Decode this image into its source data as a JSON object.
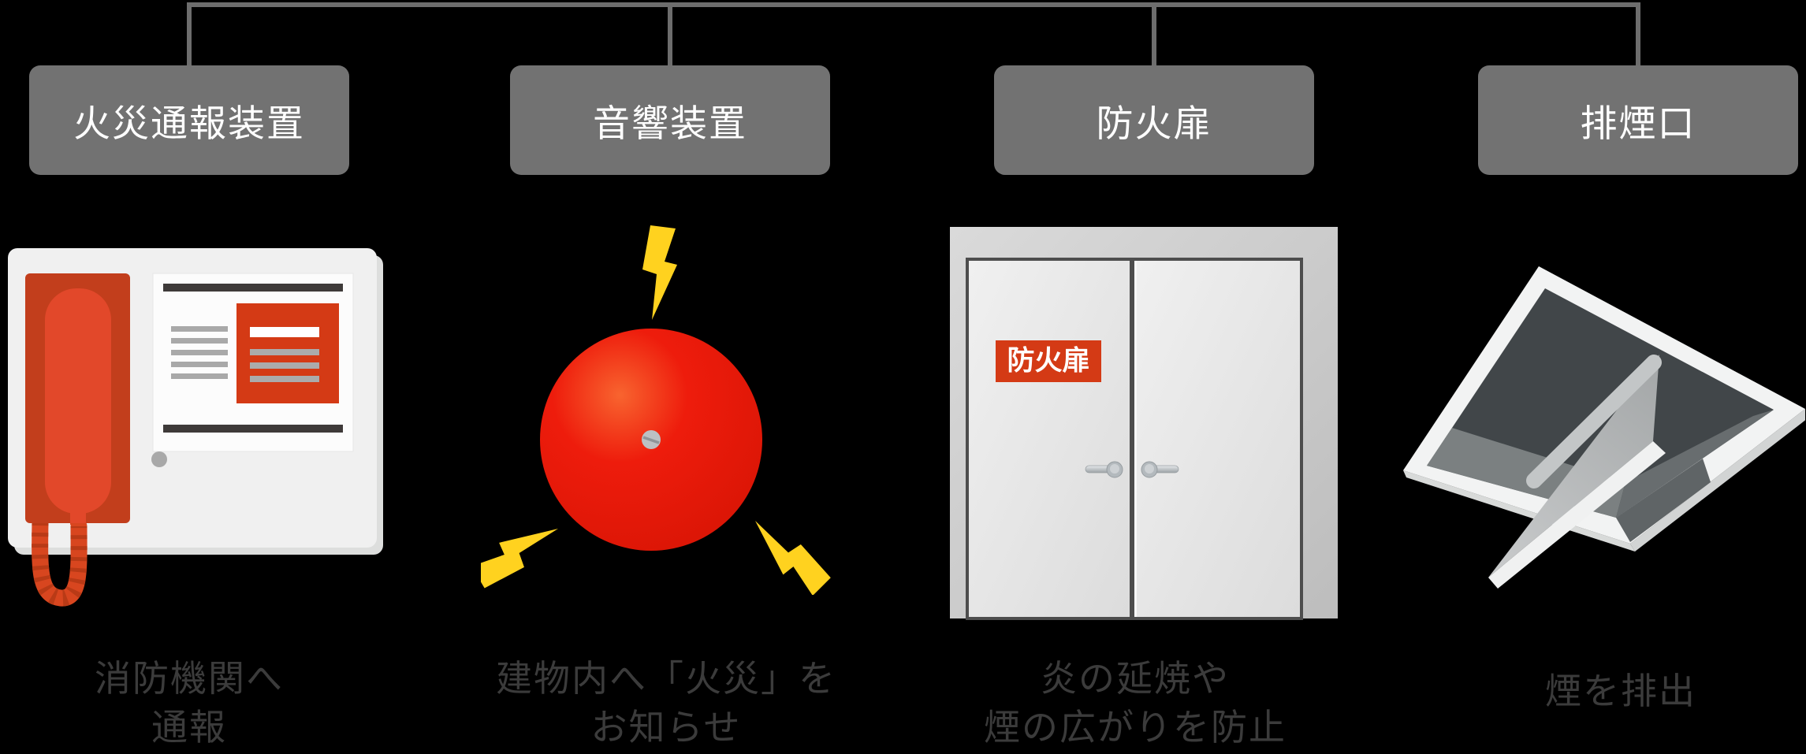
{
  "diagram_title": "fire safety equipment diagram",
  "palette": {
    "background": "#000000",
    "box_gray": "#727272",
    "connector_gray": "#6d6d6d",
    "label_text": "#ffffff",
    "caption_text": "#3b3b3b",
    "accent_red": "#d43a15",
    "bell_red": "#ee1c0c",
    "bolt_yellow": "#ffd21f"
  },
  "sections": [
    {
      "id": "fire-call-device",
      "label": "火災通報装置",
      "icon": "emergency-phone-icon",
      "caption_lines": [
        "消防機関へ",
        "通報"
      ]
    },
    {
      "id": "sound-device",
      "label": "音響装置",
      "icon": "alarm-bell-icon",
      "caption_lines": [
        "建物内へ「火災」を",
        "お知らせ"
      ]
    },
    {
      "id": "fire-door",
      "label": "防火扉",
      "icon": "fire-door-icon",
      "door_sign": "防火扉",
      "caption_lines": [
        "炎の延焼や",
        "煙の広がりを防止"
      ]
    },
    {
      "id": "smoke-vent",
      "label": "排煙口",
      "icon": "smoke-vent-icon",
      "caption_lines": [
        "煙を排出"
      ]
    }
  ]
}
